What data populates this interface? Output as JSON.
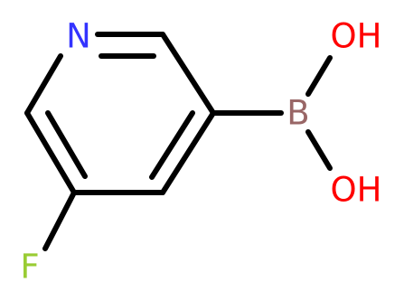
{
  "molecule": {
    "atoms": {
      "nitrogen": {
        "symbol": "N",
        "color": "#3333ff"
      },
      "fluorine": {
        "symbol": "F",
        "color": "#99cc33"
      },
      "boron": {
        "symbol": "B",
        "color": "#996666"
      },
      "hydroxyl_top": {
        "symbol": "OH",
        "color": "#ff0000"
      },
      "hydroxyl_bottom": {
        "symbol": "OH",
        "color": "#ff0000"
      }
    },
    "bond_color": "#000000"
  }
}
